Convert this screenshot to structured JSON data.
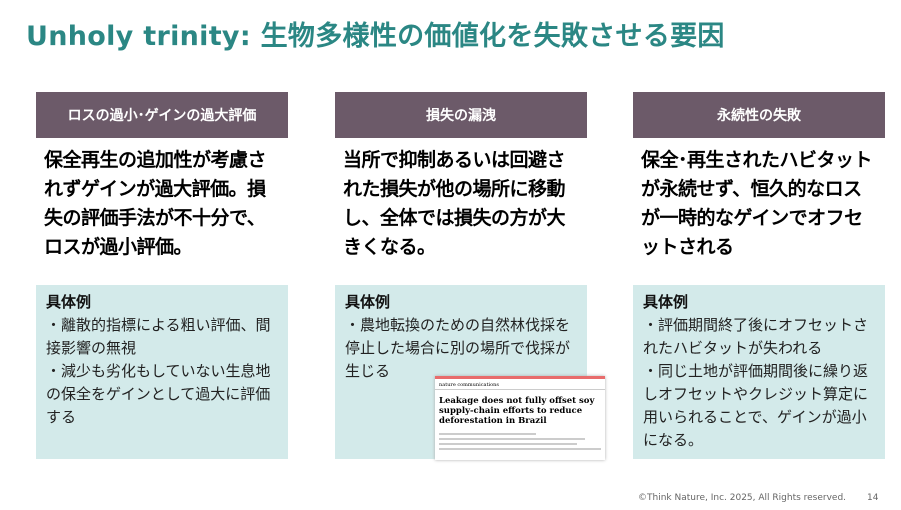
{
  "title": "Unholy trinity: 生物多様性の価値化を失敗させる要因",
  "columns": [
    {
      "header": "ロスの過小･ゲインの過大評価",
      "main": "保全再生の追加性が考慮されずゲインが過大評価。損失の評価手法が不十分で、ロスが過小評価。",
      "label": "具体例",
      "items": [
        "・離散的指標による粗い評価、間接影響の無視",
        "・減少も劣化もしていない生息地の保全をゲインとして過大に評価する"
      ]
    },
    {
      "header": "損失の漏洩",
      "main": "当所で抑制あるいは回避された損失が他の場所に移動し、全体では損失の方が大きくなる。",
      "label": "具体例",
      "items": [
        "・農地転換のための自然林伐採を停止した場合に別の場所で伐採が生じる"
      ]
    },
    {
      "header": "永続性の失敗",
      "main": "保全･再生されたハビタットが永続せず、恒久的なロスが一時的なゲインでオフセットされる",
      "label": "具体例",
      "items": [
        "・評価期間終了後にオフセットされたハビタットが失われる",
        "・同じ土地が評価期間後に繰り返しオフセットやクレジット算定に用いられることで、ゲインが過小になる。"
      ]
    }
  ],
  "article": {
    "journal": "nature communications",
    "headline": "Leakage does not fully offset soy supply-chain efforts to reduce deforestation in Brazil"
  },
  "footer": {
    "copyright": "©Think Nature, Inc. 2025, All Rights reserved.",
    "page": "14"
  }
}
